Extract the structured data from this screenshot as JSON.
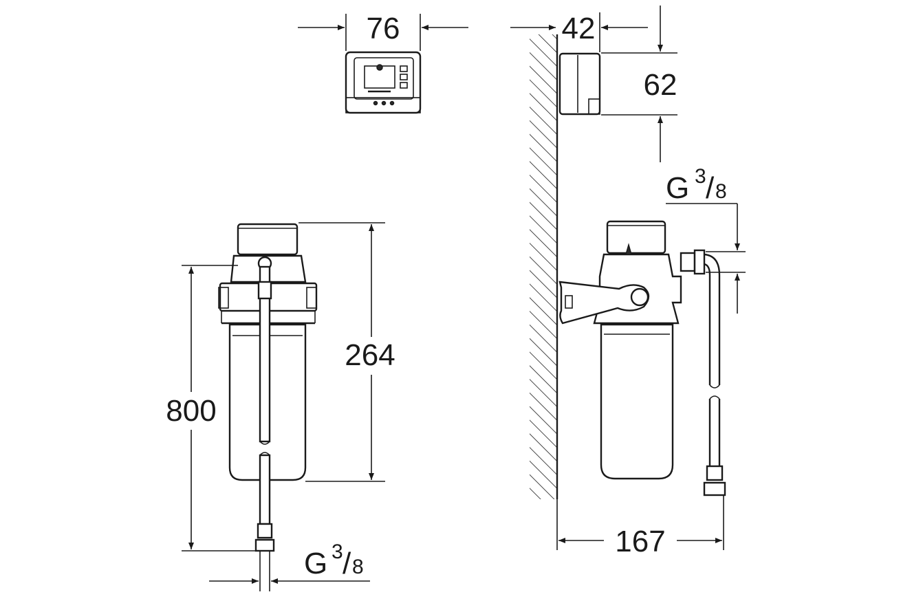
{
  "dimensions": {
    "controller_width": "76",
    "controller_depth": "42",
    "controller_height": "62",
    "filter_height": "264",
    "total_height": "800",
    "wall_distance": "167"
  },
  "threads": {
    "bottom_outlet": {
      "letter": "G",
      "num": "3",
      "den": "8"
    },
    "side_outlet": {
      "letter": "G",
      "num": "3",
      "den": "8"
    }
  },
  "colors": {
    "line": "#1a1a1a",
    "background": "#ffffff"
  }
}
